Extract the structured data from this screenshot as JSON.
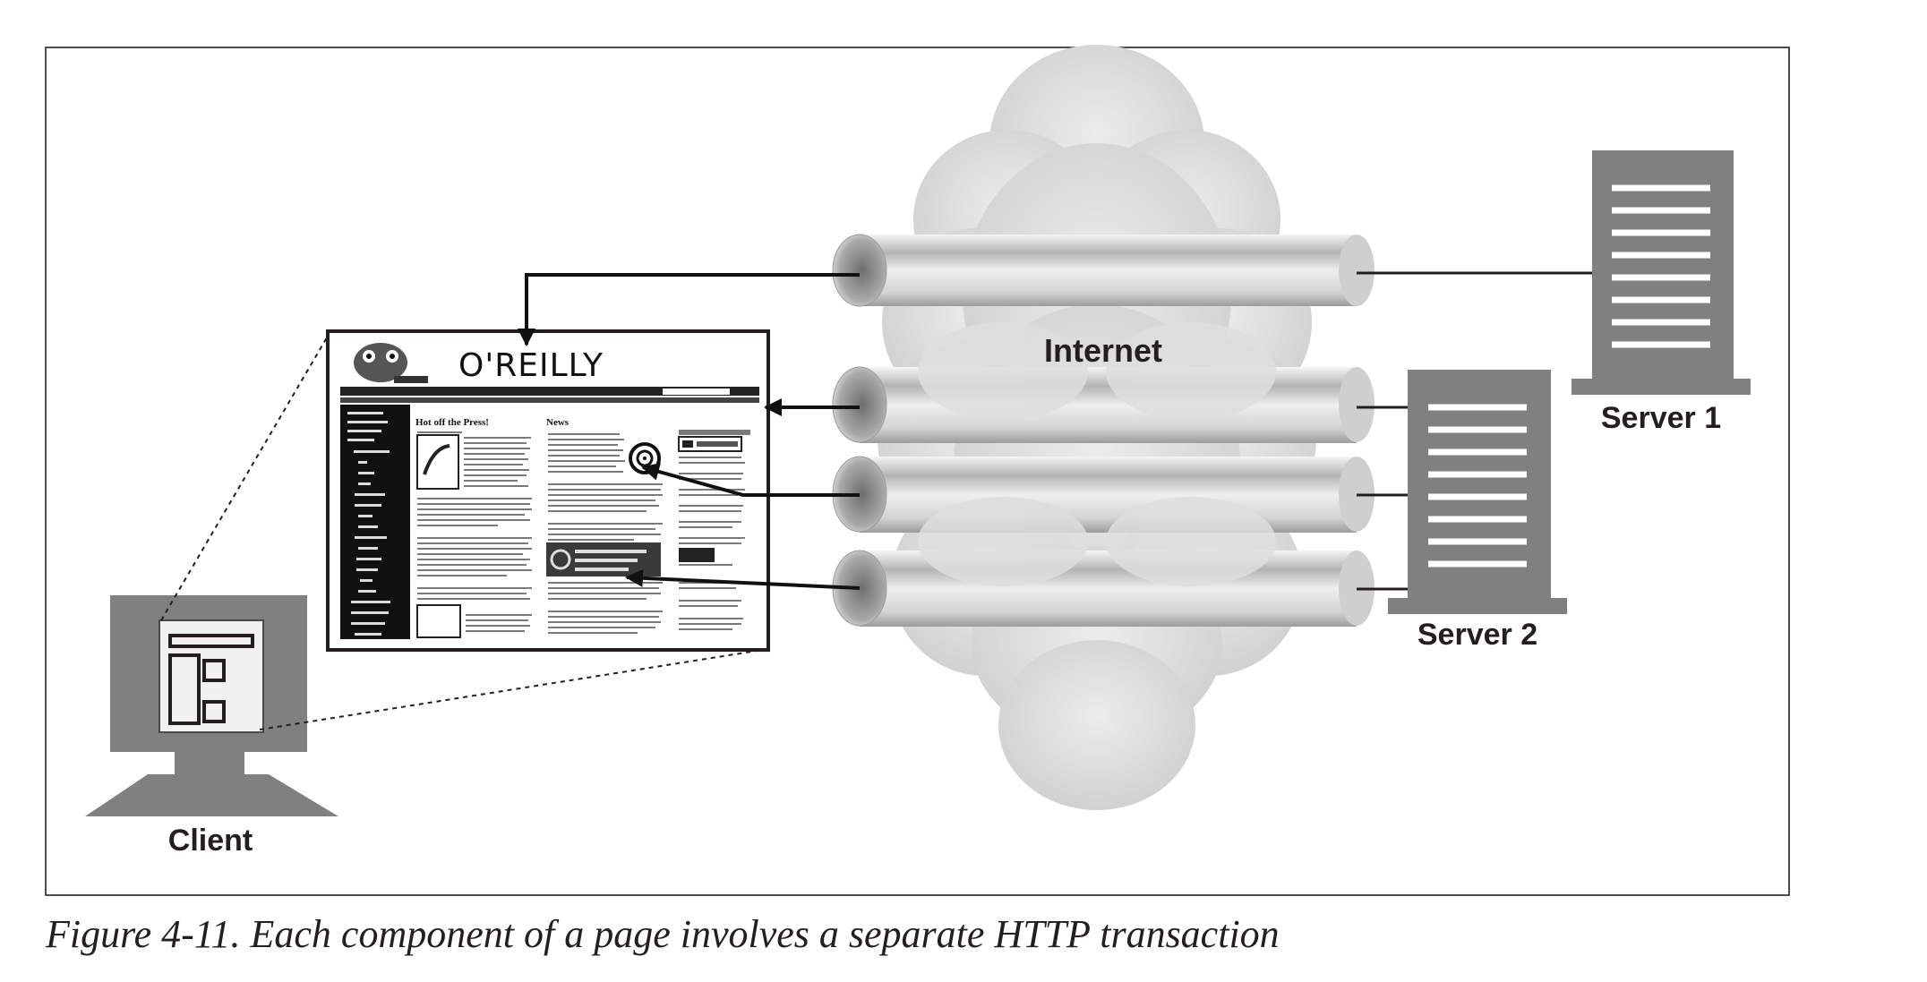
{
  "labels": {
    "internet": "Internet",
    "server1": "Server 1",
    "server2": "Server 2",
    "client": "Client"
  },
  "webpage": {
    "logo_text": "O'REILLY",
    "hot_heading": "Hot off the Press!",
    "news_heading": "News"
  },
  "caption": "Figure 4-11. Each component of a page involves a separate HTTP transaction",
  "colors": {
    "border": "#231f20",
    "server_gray": "#808080",
    "cloud_gray": "#d8d8d8",
    "pipe_gray": "#c8c8c8"
  }
}
